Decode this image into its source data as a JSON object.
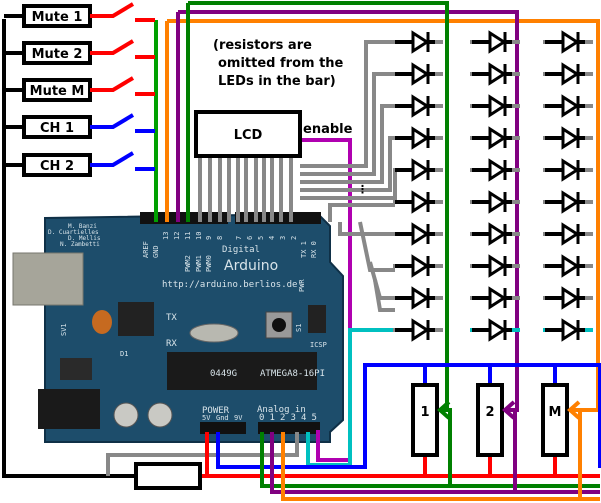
{
  "inputs": [
    {
      "label": "Mute 1",
      "wire_color": "#ff0000"
    },
    {
      "label": "Mute 2",
      "wire_color": "#ff0000"
    },
    {
      "label": "Mute M",
      "wire_color": "#ff0000"
    },
    {
      "label": "CH 1",
      "wire_color": "#0000ff"
    },
    {
      "label": "CH 2",
      "wire_color": "#0000ff"
    }
  ],
  "note": [
    "(resistors are",
    "omitted from the",
    "LEDs in the bar)"
  ],
  "lcd": {
    "label": "LCD",
    "enable_label": "enable"
  },
  "ellipsis": "⋮",
  "led_bar": {
    "columns": 3,
    "rows": 10
  },
  "pots": [
    {
      "label": "1",
      "color": "#008000"
    },
    {
      "label": "2",
      "color": "#800080"
    },
    {
      "label": "M",
      "color": "#ff8000"
    }
  ],
  "board": {
    "name": "Arduino",
    "url": "http://arduino.berlios.de",
    "credits": [
      "M. Banzi",
      "D. Cuartielles",
      "D. Mellis",
      "N. Zambetti"
    ],
    "digital_label": "Digital",
    "digital_pins": [
      "AREF",
      "GND",
      "13",
      "12",
      "11",
      "10",
      "9",
      "8",
      "7",
      "6",
      "5",
      "4",
      "3",
      "2",
      "TX 1",
      "RX 0"
    ],
    "pwm_labels": [
      "PWM2",
      "PWM1",
      "PWM0"
    ],
    "power_label": "POWER",
    "power_pins": [
      "5V",
      "Gnd",
      "9V"
    ],
    "analog_label": "Analog in",
    "analog_pins": [
      "0",
      "1",
      "2",
      "3",
      "4",
      "5"
    ],
    "chip": "ATMEGA8-16PI",
    "chip_code": "0449G",
    "tx": "TX",
    "rx": "RX",
    "icsp": "ICSP",
    "s1": "S1",
    "sv1": "SV1",
    "d1": "D1",
    "pwr": "PWR"
  },
  "colors": {
    "red": "#ff0000",
    "blue": "#0000ff",
    "green": "#00a000",
    "dark_green": "#008000",
    "purple": "#800080",
    "magenta": "#b000b0",
    "orange": "#ff8000",
    "gray": "#888888",
    "cyan": "#00c0c0",
    "board": "#1d4d6b"
  }
}
